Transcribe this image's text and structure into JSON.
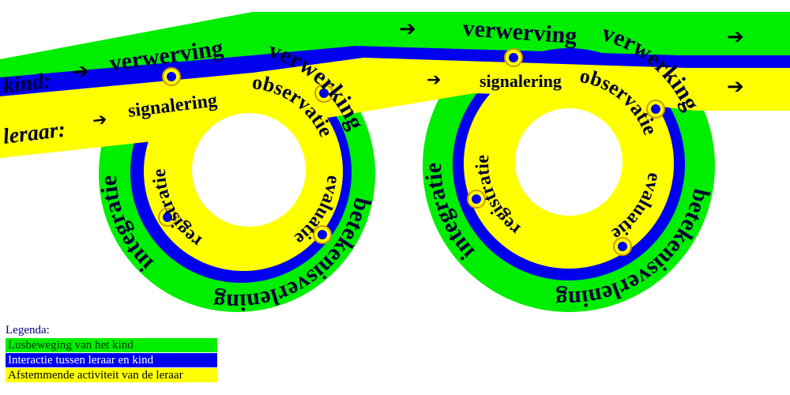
{
  "colors": {
    "child": "#00ee00",
    "interaction": "#0000ee",
    "teacher": "#ffff00"
  },
  "rows": {
    "child_label": "kind:",
    "teacher_label": "leraar:"
  },
  "loop1": {
    "top": "verwerving",
    "band": "signalering",
    "outer": [
      "verwerking",
      "betekenisverlening",
      "integratie"
    ],
    "inner": [
      "observatie",
      "evaluatie",
      "registratie"
    ]
  },
  "loop2": {
    "top": "verwerving",
    "band": "signalering",
    "outer": [
      "verwerking",
      "betekenisverlening",
      "integratie"
    ],
    "inner": [
      "observatie",
      "evaluatie",
      "registratie"
    ]
  },
  "legend": {
    "title": "Legenda:",
    "items": [
      "Lusbeweging van het kind",
      "Interactie tussen leraar en kind",
      "Afstemmende activiteit van de leraar"
    ]
  }
}
